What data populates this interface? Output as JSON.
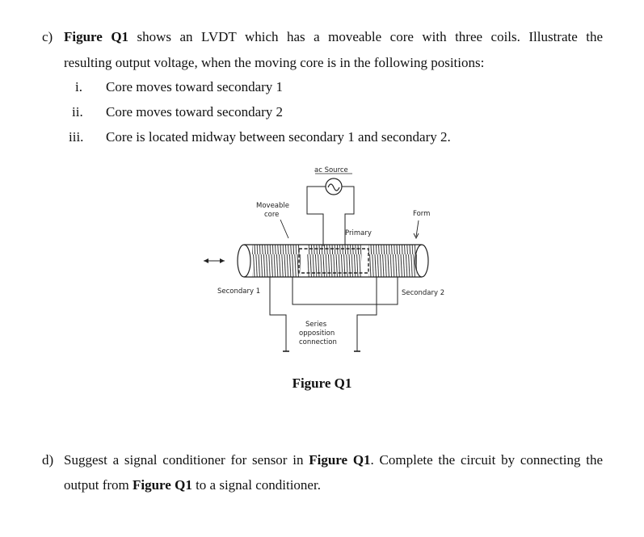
{
  "question_c": {
    "label": "c)",
    "line1_prefix": "",
    "line1_bold": "Figure Q1",
    "line1_rest": "shows an LVDT which has a moveable core with three coils. Illustrate the",
    "line2": "resulting output voltage, when the moving core is in the following positions:",
    "items": [
      {
        "num": "i.",
        "text": "Core moves toward secondary 1"
      },
      {
        "num": "ii.",
        "text": "Core moves toward secondary 2"
      },
      {
        "num": "iii.",
        "text": "Core is located midway between secondary 1 and secondary 2."
      }
    ]
  },
  "figure": {
    "labels": {
      "ac_source": "ac Source",
      "moveable": "Moveable",
      "core": "core",
      "form": "Form",
      "primary": "Primary",
      "secondary1": "Secondary 1",
      "secondary2": "Secondary 2",
      "series": "Series",
      "opposition": "opposition",
      "connection": "connection"
    },
    "caption": "Figure Q1"
  },
  "question_d": {
    "label": "d)",
    "text1": "Suggest a signal conditioner for sensor in",
    "bold1": "Figure Q1",
    "text2": ". Complete the circuit by connecting the",
    "line2_prefix": "output from",
    "bold2": "Figure Q1",
    "line2_suffix": "to a signal conditioner."
  }
}
